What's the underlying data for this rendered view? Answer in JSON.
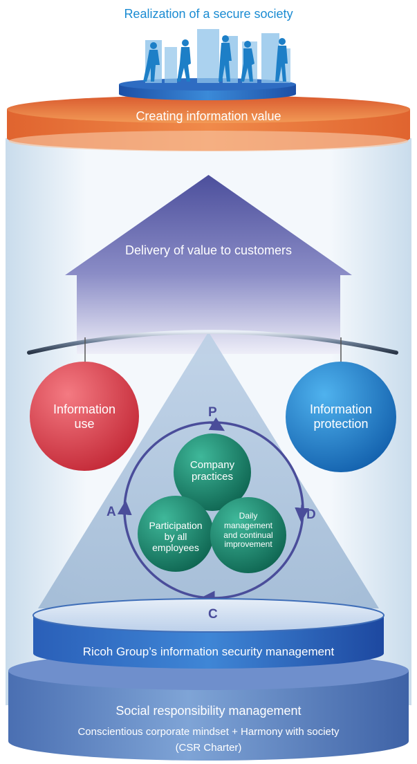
{
  "header": {
    "title": "Realization of a secure society"
  },
  "top_band": {
    "label": "Creating information value"
  },
  "arrow": {
    "label": "Delivery of value to customers"
  },
  "circles": {
    "left": {
      "line1": "Information",
      "line2": "use"
    },
    "right": {
      "line1": "Information",
      "line2": "protection"
    }
  },
  "cycle": {
    "p": "P",
    "d": "D",
    "c": "C",
    "a": "A",
    "top": {
      "line1": "Company",
      "line2": "practices"
    },
    "left": {
      "line1": "Participation",
      "line2": "by all",
      "line3": "employees"
    },
    "right": {
      "line1": "Daily",
      "line2": "management",
      "line3": "and continual",
      "line4": "improvement"
    }
  },
  "platform": {
    "label": "Ricoh Group’s information security management"
  },
  "base": {
    "title": "Social responsibility management",
    "line1": "Conscientious corporate mindset + Harmony with society",
    "line2": "(CSR Charter)"
  },
  "colors": {
    "accent_blue": "#1a8bd2",
    "orange": "#e8703a",
    "purple": "#5a5ea8",
    "red": "#e0404a",
    "teal": "#1f8a72",
    "navy": "#2a4fa0"
  }
}
